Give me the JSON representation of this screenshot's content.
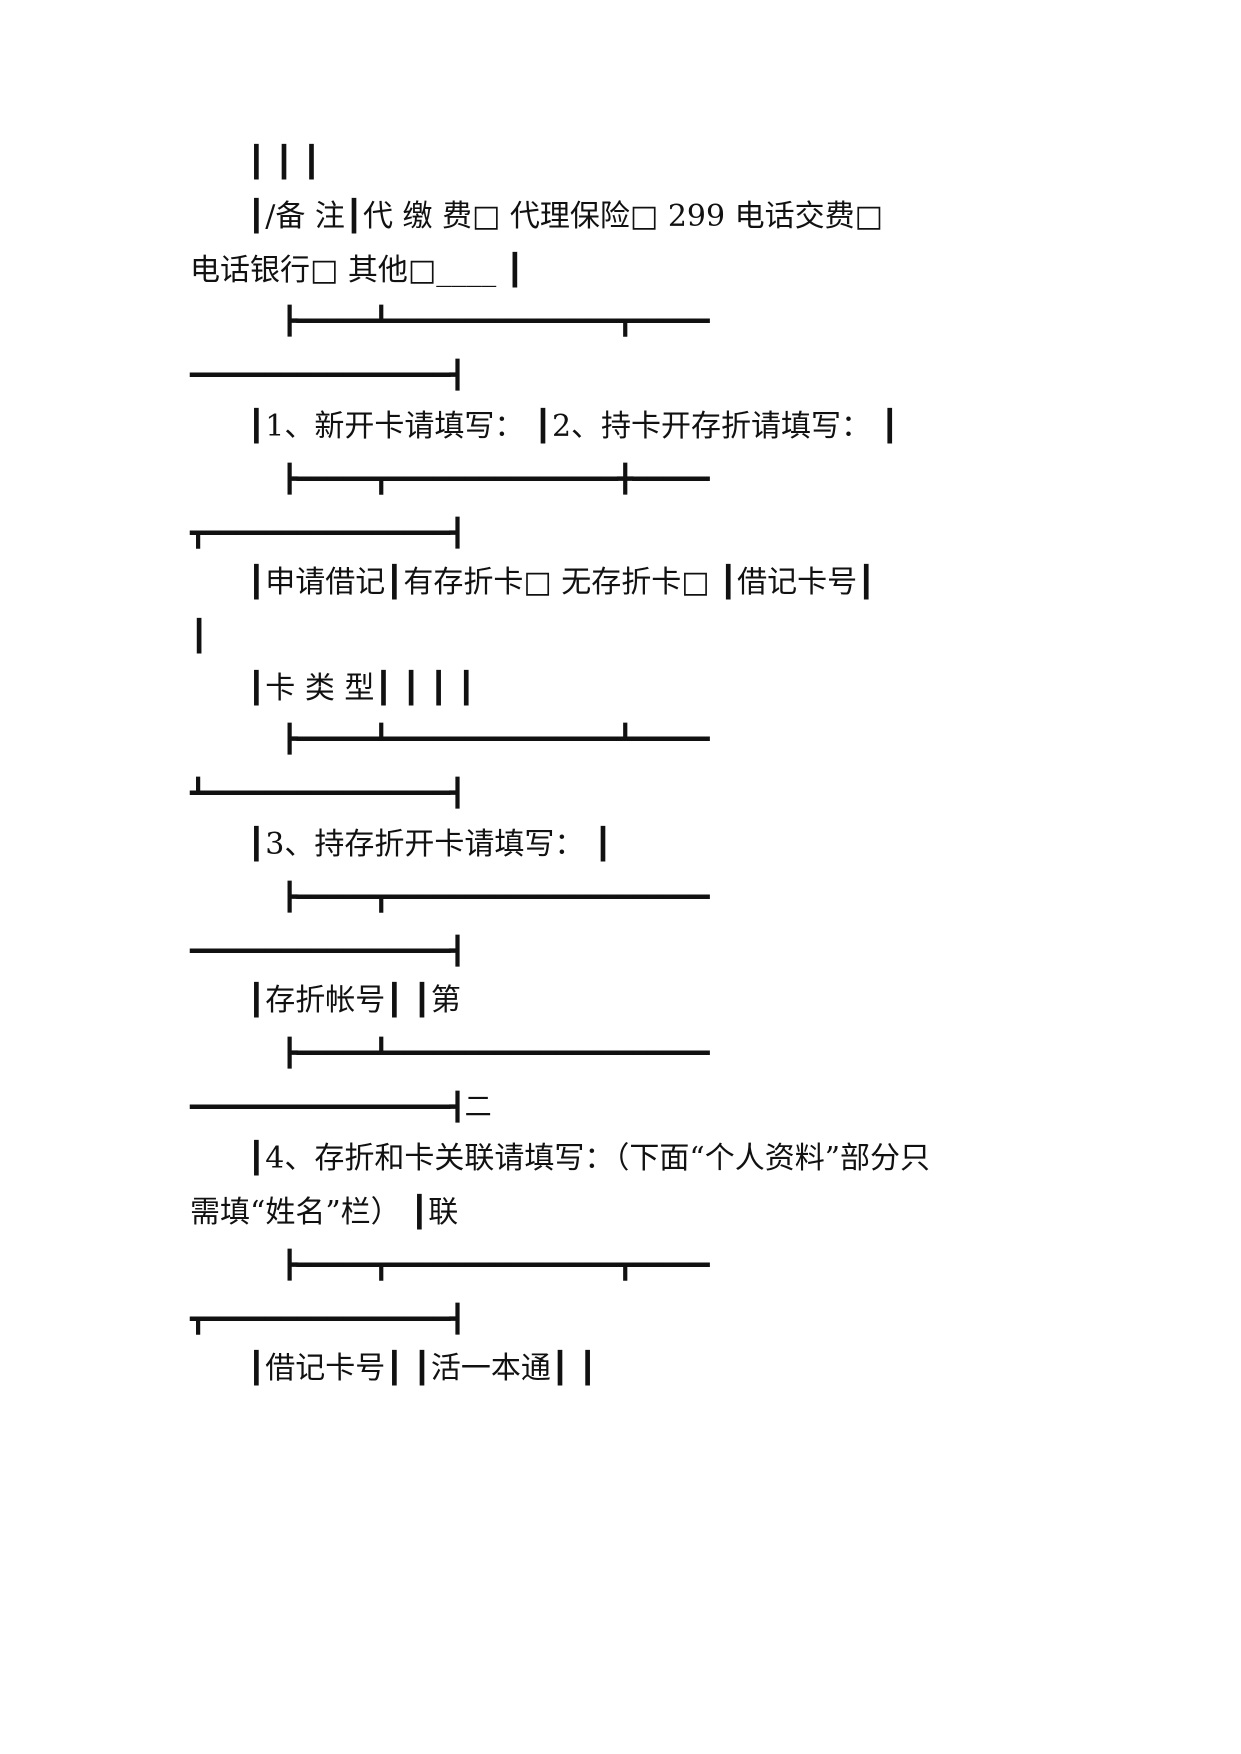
{
  "lines": [
    "      ┃ ┃ ┃",
    "      ┃/备 注┃代 缴 费□ 代理保险□ 299 电话交费□",
    "电话银行□ 其他□____ ┃",
    "      ┣━━━━━┻━━━━━━━━━━━━━━━┳━━━━━",
    "━━━━━━━━━━━━━━━━━┫",
    "      ┃1、新开卡请填写： ┃2、持卡开存折请填写： ┃",
    "      ┣━━━━━┳━━━━━━━━━━━━━━━╋━━━━━",
    "┳━━━━━━━━━━━━━━━━┫",
    "      ┃申请借记┃有存折卡□ 无存折卡□ ┃借记卡号┃",
    "┃",
    "      ┃卡 类 型┃ ┃ ┃ ┃",
    "      ┣━━━━━┻━━━━━━━━━━━━━━━┻━━━━━",
    "┻━━━━━━━━━━━━━━━━┫",
    "      ┃3、持存折开卡请填写： ┃",
    "      ┣━━━━━┳━━━━━━━━━━━━━━━━━━━━━",
    "━━━━━━━━━━━━━━━━━┫",
    "      ┃存折帐号┃ ┃第",
    "      ┣━━━━━┻━━━━━━━━━━━━━━━━━━━━━",
    "━━━━━━━━━━━━━━━━━┫二",
    "      ┃4、存折和卡关联请填写：（下面“个人资料”部分只",
    "需填“姓名”栏） ┃联",
    "      ┣━━━━━┳━━━━━━━━━━━━━━━┳━━━━━",
    "┳━━━━━━━━━━━━━━━━┫",
    "      ┃借记卡号┃ ┃活一本通┃ ┃"
  ]
}
